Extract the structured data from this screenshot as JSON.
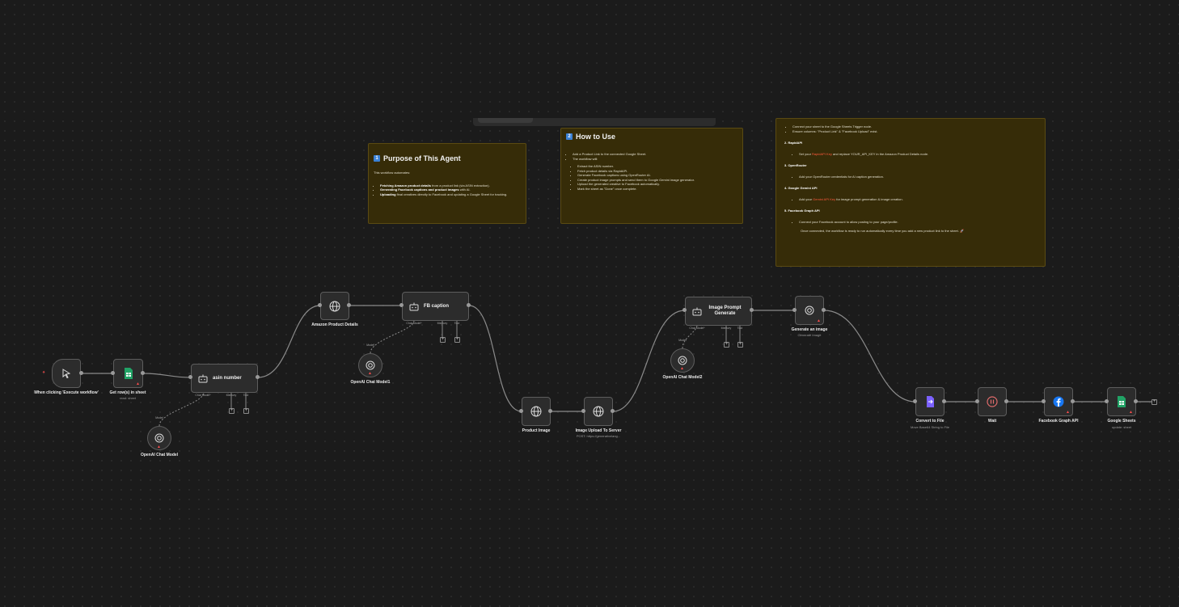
{
  "notes": {
    "purpose": {
      "num": "1",
      "title": "Purpose of This Agent",
      "intro": "This workflow automates:",
      "items": [
        {
          "bold": "Fetching Amazon product details",
          "rest": " from a product link (via ASIN extraction)."
        },
        {
          "bold": "Generating Facebook captions and product images",
          "rest": " with AI."
        },
        {
          "bold": "Uploading",
          "rest": " final creatives directly to Facebook and updating a Google Sheet for tracking."
        }
      ]
    },
    "howto": {
      "num": "2",
      "title": "How to Use",
      "items": [
        "Add a Product Link to the connected Google Sheet.",
        "The workflow will:"
      ],
      "subitems": [
        "Extract the ASIN number.",
        "Fetch product details via RapidAPI.",
        "Generate Facebook captions using OpenRouter AI.",
        "Create product image prompts and send them to Google Gemini image generator.",
        "Upload the generated creative to Facebook automatically.",
        "Mark the sheet as \"Done\" once complete."
      ]
    },
    "setup": {
      "line1": "Connect your sheet to the Google Sheets Trigger node.",
      "line2": "Ensure columns: \"Product Link\" & \"Facebook Upload\" exist.",
      "h2": "2. RapidAPI",
      "line3a": "Set your ",
      "line3red": "RapidAPI Key",
      "line3b": " and replace YOUR_API_KEY in the Amazon Product Details node.",
      "h3": "3. OpenRouter",
      "line4": "Add your OpenRouter credentials for AI caption generation.",
      "h4": "4. Google Gemini API",
      "line5a": "Add your ",
      "line5red": "Gemini API Key",
      "line5b": " for image prompt generation & image creation.",
      "h5": "5. Facebook Graph API",
      "line6": "Connect your Facebook account to allow posting to your page/profile.",
      "line7": "Once connected, the workflow is ready to run automatically every time you add a new product link to the sheet. 🚀"
    }
  },
  "nodes": {
    "trigger": {
      "label": "When clicking 'Execute workflow'"
    },
    "getrows": {
      "label": "Get row(s) in sheet",
      "sub": "read: sheet"
    },
    "asin": {
      "title": "asin number",
      "ports": [
        "Chat Model*",
        "Memory",
        "Tool"
      ]
    },
    "chat1": {
      "label": "OpenAI Chat Model",
      "port": "Model"
    },
    "amazon": {
      "label": "Amazon Product Details"
    },
    "fbcaption": {
      "title": "FB caption",
      "ports": [
        "Chat Model*",
        "Memory",
        "Tool"
      ]
    },
    "chat2": {
      "label": "OpenAI Chat Model1",
      "port": "Model"
    },
    "productimage": {
      "label": "Product Image"
    },
    "upload": {
      "label": "Image Upload To Server",
      "sub": "POST: https://generativelang..."
    },
    "imgprompt": {
      "title": "Image Prompt Generate",
      "ports": [
        "Chat Model*",
        "Memory",
        "Tool"
      ]
    },
    "chat3": {
      "label": "OpenAI Chat Model2",
      "port": "Model"
    },
    "genimage": {
      "label": "Generate an image",
      "sub": "Generate Image"
    },
    "convert": {
      "label": "Convert to File",
      "sub": "Move Base64 String to File"
    },
    "wait": {
      "label": "Wait"
    },
    "fbgraph": {
      "label": "Facebook Graph API"
    },
    "sheets": {
      "label": "Google Sheets",
      "sub": "update: sheet"
    }
  },
  "colors": {
    "background": "#1b1b1b",
    "note": "#362c08",
    "node": "#2c2c2c",
    "sheets": "#21a366",
    "facebook": "#1877f2",
    "convert": "#7b61ff",
    "warning": "#ff4d4d"
  }
}
